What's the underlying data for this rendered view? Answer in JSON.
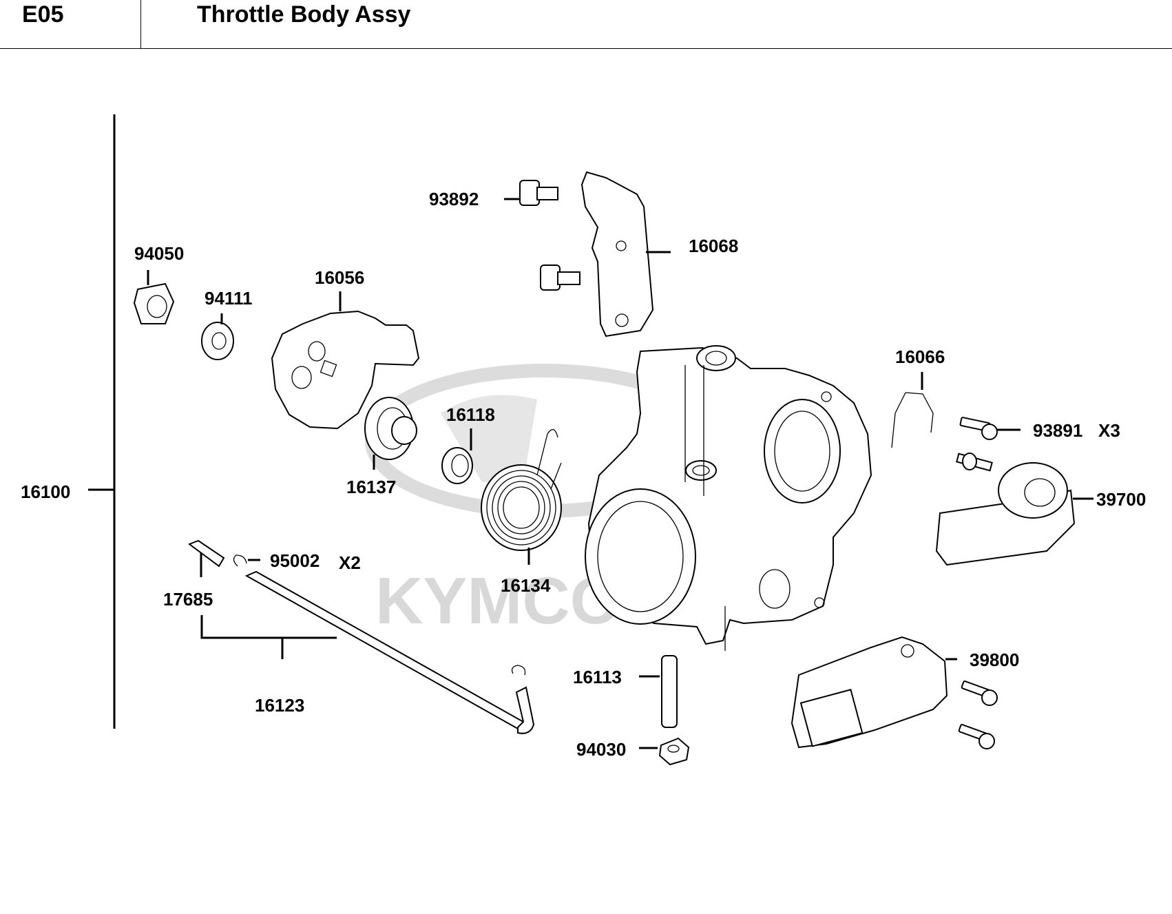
{
  "header": {
    "section_code": "E05",
    "title": "Throttle Body Assy"
  },
  "watermark": {
    "brand": "KYMCO"
  },
  "callouts": {
    "c93892": {
      "number": "93892",
      "qty": ""
    },
    "c16068": {
      "number": "16068",
      "qty": ""
    },
    "c94050": {
      "number": "94050",
      "qty": ""
    },
    "c94111": {
      "number": "94111",
      "qty": ""
    },
    "c16056": {
      "number": "16056",
      "qty": ""
    },
    "c16066": {
      "number": "16066",
      "qty": ""
    },
    "c16118": {
      "number": "16118",
      "qty": ""
    },
    "c93891": {
      "number": "93891",
      "qty": "X3"
    },
    "c16137": {
      "number": "16137",
      "qty": ""
    },
    "c16100": {
      "number": "16100",
      "qty": ""
    },
    "c39700": {
      "number": "39700",
      "qty": ""
    },
    "c95002": {
      "number": "95002",
      "qty": "X2"
    },
    "c16134": {
      "number": "16134",
      "qty": ""
    },
    "c17685": {
      "number": "17685",
      "qty": ""
    },
    "c39800": {
      "number": "39800",
      "qty": ""
    },
    "c16113": {
      "number": "16113",
      "qty": ""
    },
    "c16123": {
      "number": "16123",
      "qty": ""
    },
    "c94030": {
      "number": "94030",
      "qty": ""
    }
  },
  "colors": {
    "line": "#000000",
    "watermark": "#d8d8d8",
    "background": "#ffffff"
  }
}
